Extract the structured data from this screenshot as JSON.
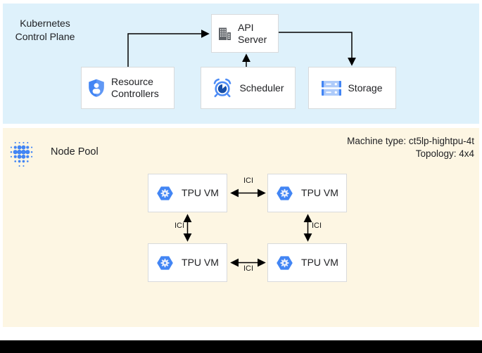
{
  "control_plane": {
    "label": "Kubernetes Control Plane",
    "nodes": [
      {
        "label": "API Server",
        "icon": "building-icon"
      },
      {
        "label": "Resource Controllers",
        "icon": "shield-user-icon"
      },
      {
        "label": "Scheduler",
        "icon": "alarm-clock-icon"
      },
      {
        "label": "Storage",
        "icon": "storage-disks-icon"
      }
    ]
  },
  "node_pool": {
    "label": "Node Pool",
    "machine_type": "Machine type: ct5lp-hightpu-4t",
    "topology": "Topology: 4x4",
    "tpu_vm_label": "TPU VM",
    "ici_label": "ICI"
  },
  "colors": {
    "control_plane_bg": "#def1fb",
    "node_pool_bg": "#fdf6e3",
    "google_blue": "#4285f4",
    "dark_blue": "#174ea6",
    "light_blue": "#aecbfa",
    "icon_gray": "#5f6368",
    "arrow_black": "#000000"
  }
}
